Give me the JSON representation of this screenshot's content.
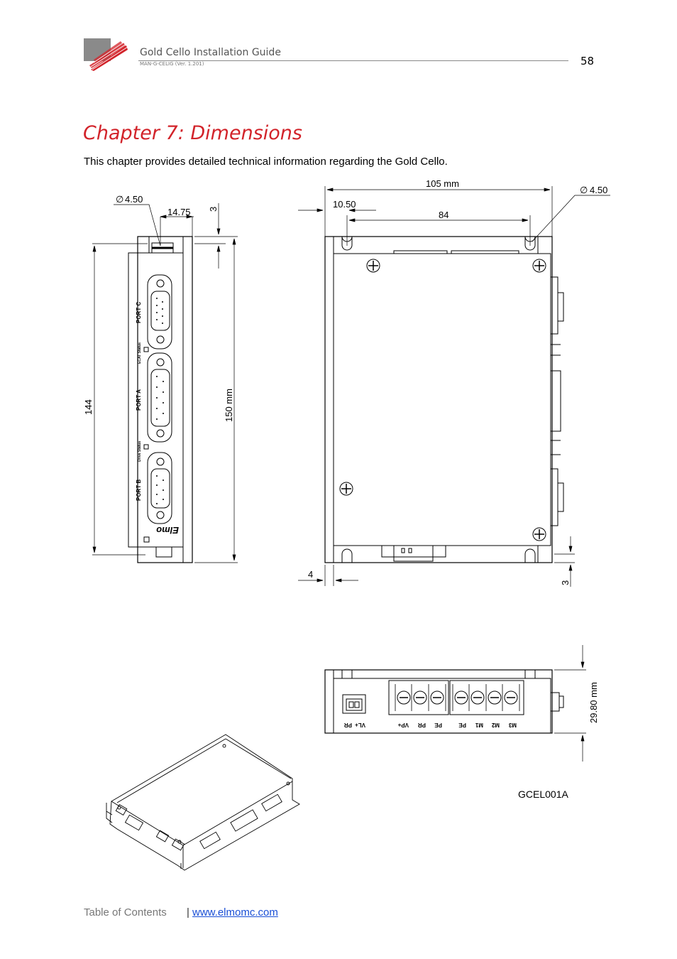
{
  "header": {
    "title": "Gold Cello Installation Guide",
    "doc_code": "MAN-G-CELIG (Ver. 1.201)",
    "page_number": "58"
  },
  "chapter": {
    "title": "Chapter 7:   Dimensions",
    "intro": "This chapter provides detailed technical information regarding the Gold Cello."
  },
  "drawing": {
    "front_view": {
      "hole_dia": "4.50",
      "offset_1475": "14.75",
      "offset_3": "3",
      "height_144": "144",
      "height_150": "150 mm",
      "port_c": "PORT C",
      "port_a": "PORT A",
      "port_b": "PORT B",
      "ecat_status": "ECAT Status",
      "drive_status": "Drive Status",
      "brand": "Elmo"
    },
    "top_view": {
      "width_105": "105 mm",
      "hole_dia": "4.50",
      "offset_1050": "10.50",
      "width_84": "84",
      "offset_4": "4",
      "offset_3": "3"
    },
    "side_view": {
      "height_2980": "29.80 mm",
      "terminals": [
        "PR",
        "VL+",
        "VP+",
        "PR",
        "PE",
        "PE",
        "M1",
        "M2",
        "M3"
      ]
    },
    "figure_id": "GCEL001A"
  },
  "footer": {
    "toc_label": "Table of Contents",
    "separator": "|",
    "link": "www.elmomc.com"
  }
}
